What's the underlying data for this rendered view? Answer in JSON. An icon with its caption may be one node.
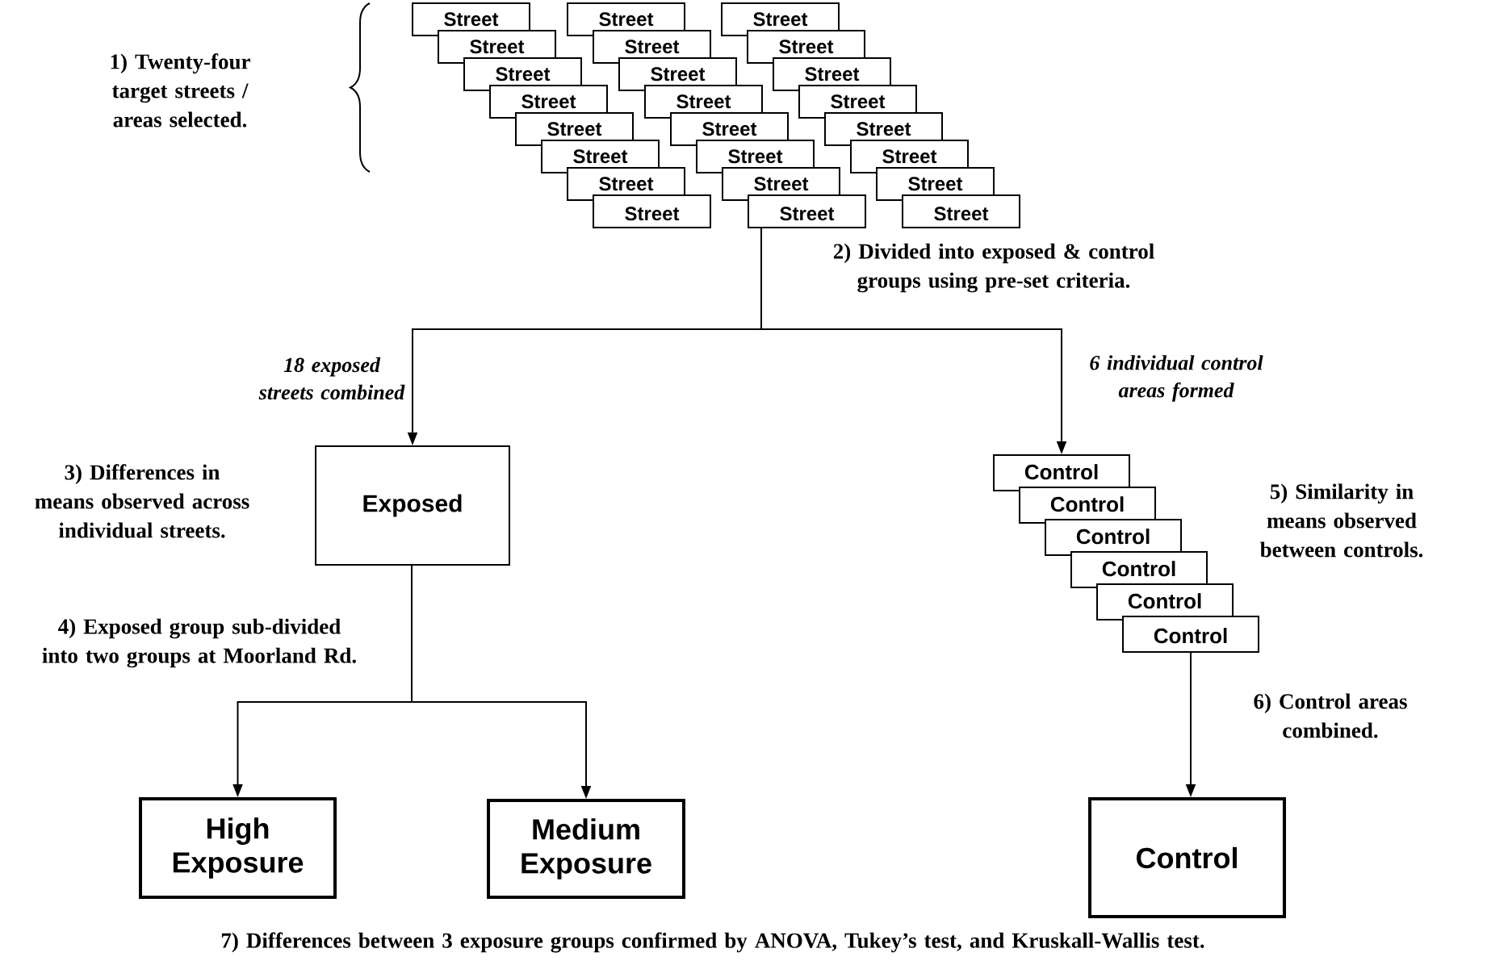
{
  "diagram": {
    "nodes": [
      {
        "text": [
          "Street"
        ]
      },
      {
        "text": [
          "Street"
        ]
      },
      {
        "text": [
          "Street"
        ]
      },
      {
        "text": [
          "Street"
        ]
      },
      {
        "text": [
          "Street"
        ]
      },
      {
        "text": [
          "Street"
        ]
      },
      {
        "text": [
          "Street"
        ]
      },
      {
        "text": [
          "Street"
        ]
      },
      {
        "text": [
          "Street"
        ]
      },
      {
        "text": [
          "Street"
        ]
      },
      {
        "text": [
          "Street"
        ]
      },
      {
        "text": [
          "Street"
        ]
      },
      {
        "text": [
          "Street"
        ]
      },
      {
        "text": [
          "Street"
        ]
      },
      {
        "text": [
          "Street"
        ]
      },
      {
        "text": [
          "Street"
        ]
      },
      {
        "text": [
          "Street"
        ]
      },
      {
        "text": [
          "Street"
        ]
      },
      {
        "text": [
          "Street"
        ]
      },
      {
        "text": [
          "Street"
        ]
      },
      {
        "text": [
          "Street"
        ]
      },
      {
        "text": [
          "Street"
        ]
      },
      {
        "text": [
          "Street"
        ]
      },
      {
        "text": [
          "Street"
        ]
      },
      {
        "text": [
          "Exposed"
        ]
      },
      {
        "text": [
          "Control"
        ]
      },
      {
        "text": [
          "Control"
        ]
      },
      {
        "text": [
          "Control"
        ]
      },
      {
        "text": [
          "Control"
        ]
      },
      {
        "text": [
          "Control"
        ]
      },
      {
        "text": [
          "Control"
        ]
      },
      {
        "text": [
          "High Exposure"
        ]
      },
      {
        "text": [
          "Medium Exposure"
        ]
      },
      {
        "text": [
          "Control"
        ]
      }
    ],
    "edges": [
      {
        "from": 15,
        "to": 24,
        "arrow": "to",
        "label": "18 exposed streets combined"
      },
      {
        "from": 15,
        "to": 25,
        "arrow": "to",
        "label": "6 individual control areas formed"
      },
      {
        "from": 24,
        "to": 31,
        "arrow": "to"
      },
      {
        "from": 24,
        "to": 32,
        "arrow": "to"
      },
      {
        "from": 30,
        "to": 33,
        "arrow": "to"
      }
    ],
    "labels": [
      "1) Twenty-four target streets / areas selected.",
      "2) Divided into exposed & control groups using pre-set criteria.",
      "3) Differences in means observed across individual streets.",
      "4) Exposed group sub-divided into two groups at Moorland Rd.",
      "5) Similarity in means observed between controls.",
      "6) Control areas combined.",
      "7) Differences between 3 exposure groups confirmed by ANOVA, Tukey’s test, and Kruskall-Wallis test."
    ]
  }
}
